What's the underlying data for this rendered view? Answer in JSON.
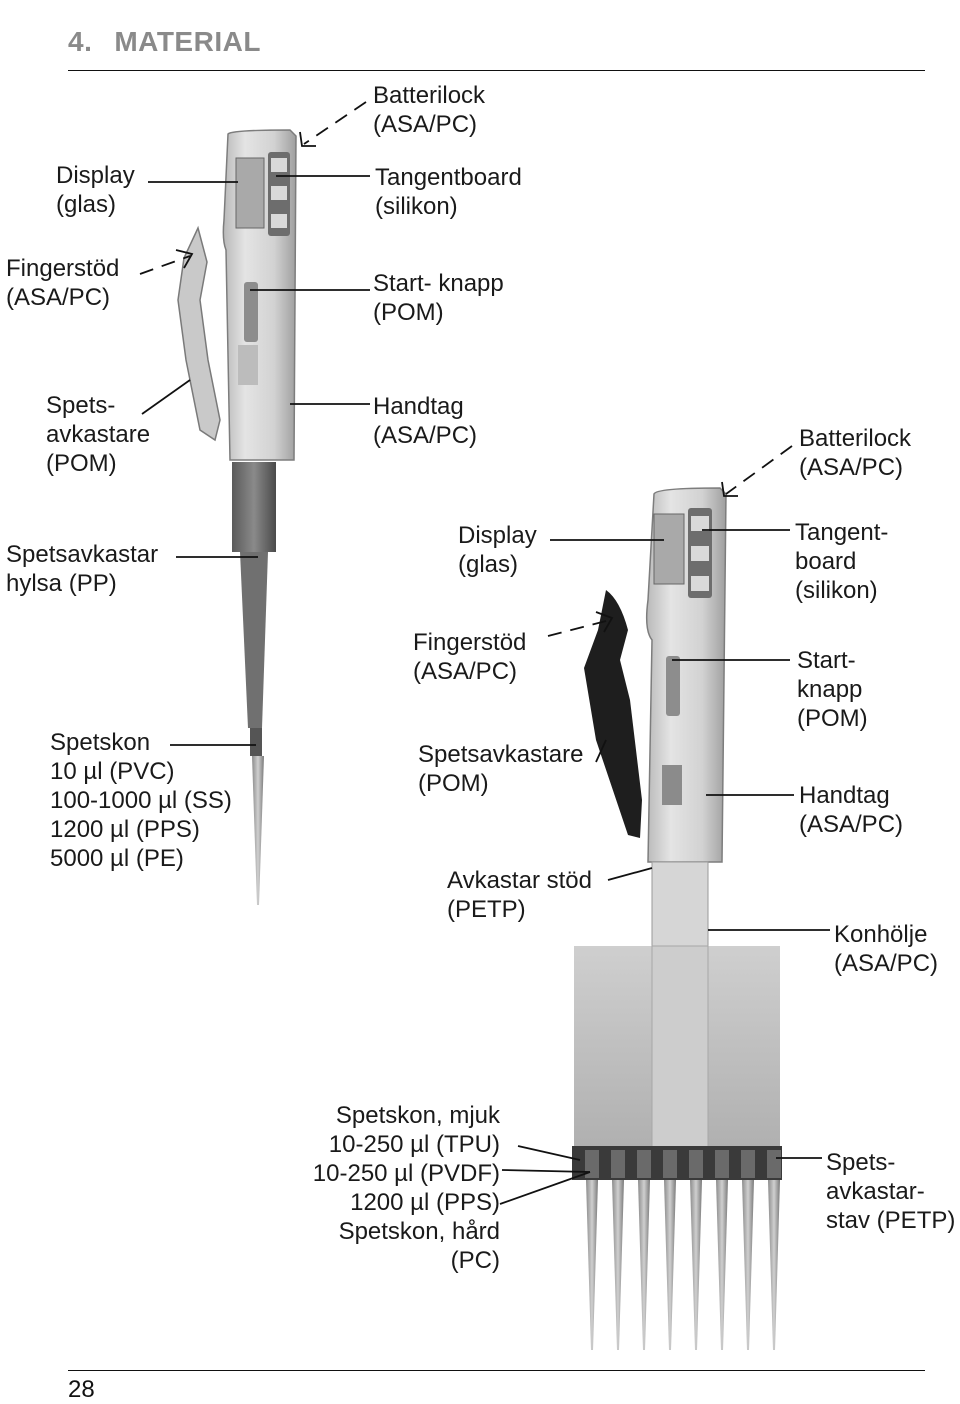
{
  "header": {
    "number": "4.",
    "title": "MATERIAL"
  },
  "page_number": "28",
  "single_channel": {
    "labels": [
      {
        "id": "batterilock",
        "lines": [
          "Batterilock",
          "(ASA/PC)"
        ]
      },
      {
        "id": "display",
        "lines": [
          "Display",
          "(glas)"
        ]
      },
      {
        "id": "tangentboard",
        "lines": [
          "Tangentboard",
          "(silikon)"
        ]
      },
      {
        "id": "fingerstod",
        "lines": [
          "Fingerstöd",
          "(ASA/PC)"
        ]
      },
      {
        "id": "start-knapp",
        "lines": [
          "Start- knapp",
          "(POM)"
        ]
      },
      {
        "id": "spetsavkastare",
        "lines": [
          "Spets-",
          "avkastare",
          "(POM)"
        ]
      },
      {
        "id": "handtag",
        "lines": [
          "Handtag",
          "(ASA/PC)"
        ]
      },
      {
        "id": "spetsavkastar-hylsa",
        "lines": [
          "Spetsavkastar",
          "hylsa (PP)"
        ]
      },
      {
        "id": "spetskon",
        "lines": [
          "Spetskon",
          "10 µl (PVC)",
          "100-1000 µl (SS)",
          "1200 µl (PPS)",
          "5000 µl (PE)"
        ]
      }
    ]
  },
  "multi_channel": {
    "labels": [
      {
        "id": "batterilock",
        "lines": [
          "Batterilock",
          "(ASA/PC)"
        ]
      },
      {
        "id": "display",
        "lines": [
          "Display",
          "(glas)"
        ]
      },
      {
        "id": "tangentboard",
        "lines": [
          "Tangent-",
          "board",
          "(silikon)"
        ]
      },
      {
        "id": "fingerstod",
        "lines": [
          "Fingerstöd",
          "(ASA/PC)"
        ]
      },
      {
        "id": "startknapp",
        "lines": [
          "Start-",
          "knapp",
          "(POM)"
        ]
      },
      {
        "id": "spetsavkastare",
        "lines": [
          "Spetsavkastare",
          "(POM)"
        ]
      },
      {
        "id": "handtag",
        "lines": [
          "Handtag",
          "(ASA/PC)"
        ]
      },
      {
        "id": "avkastar-stod",
        "lines": [
          "Avkastar stöd",
          "(PETP)"
        ]
      },
      {
        "id": "konholje",
        "lines": [
          "Konhölje",
          "(ASA/PC)"
        ]
      },
      {
        "id": "spetskon",
        "lines": [
          "Spetskon, mjuk",
          "10-250 µl (TPU)",
          "10-250 µl (PVDF)",
          "1200 µl (PPS)",
          "Spetskon, hård",
          "(PC)"
        ]
      },
      {
        "id": "spetsavkastarstav",
        "lines": [
          "Spets-",
          "avkastar-",
          "stav (PETP)"
        ]
      }
    ]
  }
}
